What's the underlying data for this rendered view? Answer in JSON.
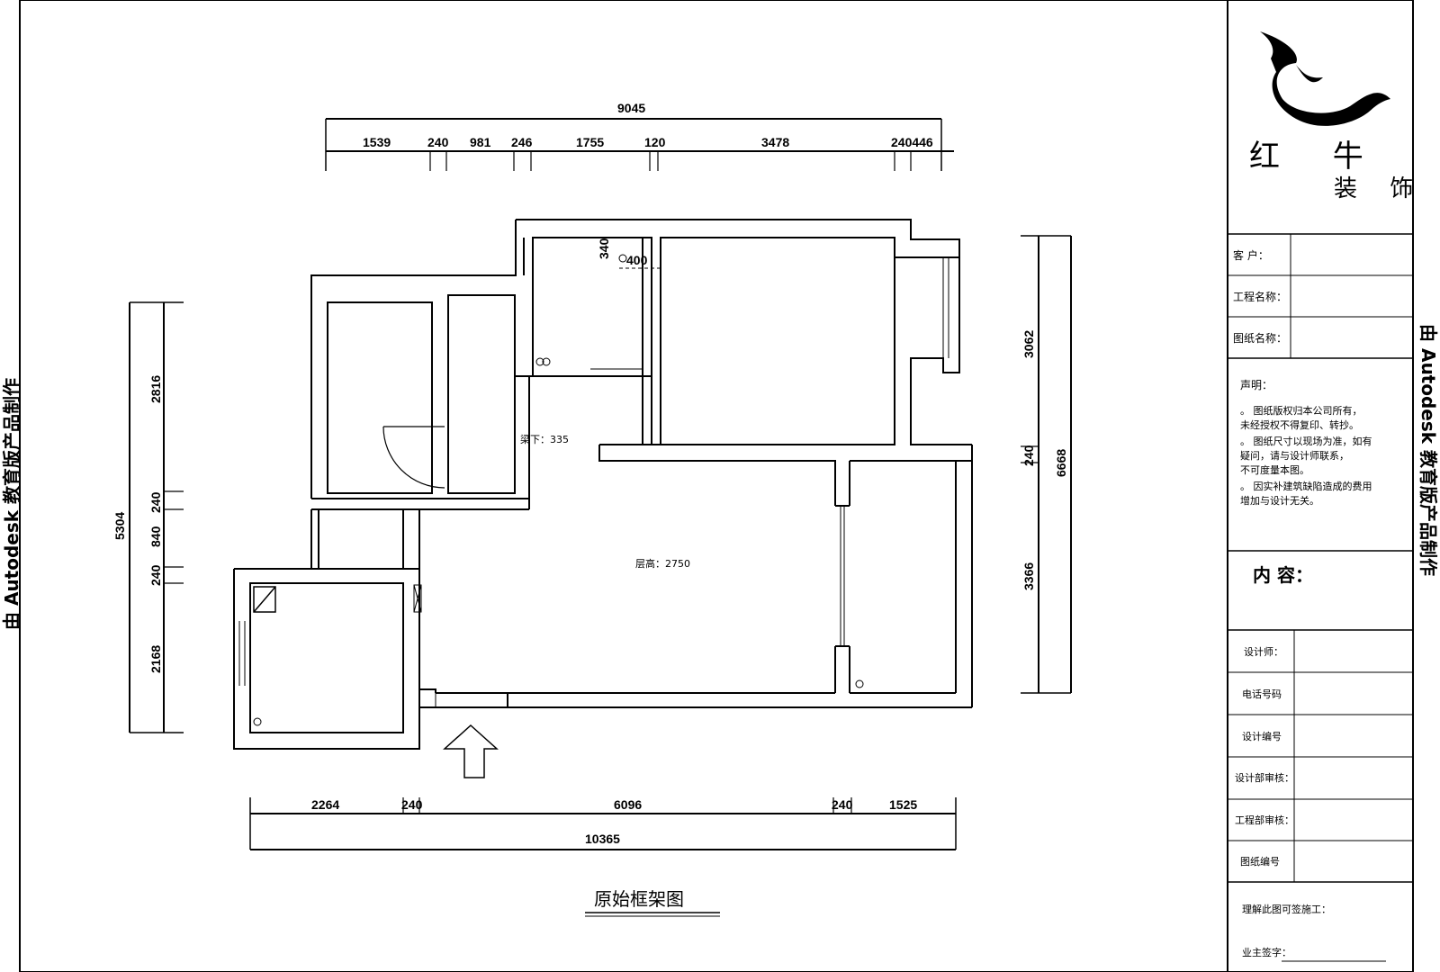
{
  "watermark": "由 Autodesk 教育版产品制作",
  "drawing_title": "原始框架图",
  "plan_annotations": {
    "ceiling_height": "层高：2750",
    "beam_drop": "梁下：335",
    "dim_340": "340",
    "dim_400": "400"
  },
  "dimensions": {
    "top_total": "9045",
    "top_segments": [
      "1539",
      "240",
      "981",
      "246",
      "1755",
      "120",
      "3478",
      "240446"
    ],
    "bottom_segments": [
      "2264",
      "240",
      "6096",
      "240",
      "1525"
    ],
    "bottom_total": "10365",
    "left_total": "5304",
    "left_segments": [
      "2816",
      "240",
      "840",
      "240",
      "2168"
    ],
    "right_total": "6668",
    "right_segments": [
      "3062",
      "240",
      "3366"
    ]
  },
  "title_block": {
    "brand_line1": "红 牛",
    "brand_line2": "装 饰",
    "fields": {
      "client": "客  户：",
      "project": "工程名称：",
      "drawing_name": "图纸名称："
    },
    "statement_title": "声明：",
    "statement_lines": [
      "。 图纸版权归本公司所有，",
      "   未经授权不得复印、转抄。",
      "。 图纸尺寸以现场为准，如有",
      "   疑问，请与设计师联系，",
      "   不可度量本图。",
      "。 因实补建筑缺陷造成的费用",
      "   增加与设计无关。"
    ],
    "content_label": "内 容：",
    "rows": [
      "设计师：",
      "电话号码",
      "设计编号",
      "设计部审核：",
      "工程部审核：",
      "图纸编号"
    ],
    "confirm_label": "理解此图可签施工：",
    "owner_sign_label": "业主签字："
  }
}
